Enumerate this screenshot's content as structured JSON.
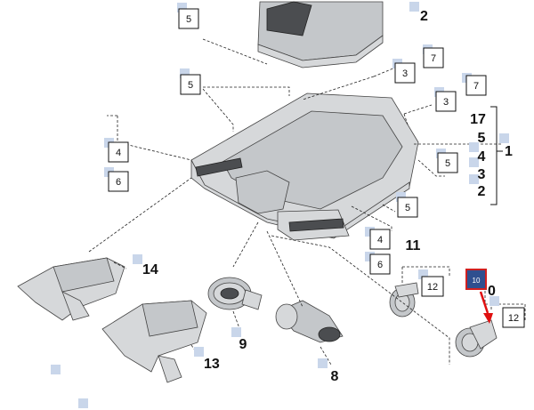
{
  "parts": {
    "n1": "1",
    "n2_top": "2",
    "n8": "8",
    "n9": "9",
    "n10": "0",
    "n11": "11",
    "n13": "13",
    "n14": "14",
    "stack": [
      "17",
      "5",
      "4",
      "3",
      "2"
    ]
  },
  "boxes": {
    "b5_a": "5",
    "b5_b": "5",
    "b5_c": "5",
    "b5_d": "5",
    "b7_a": "7",
    "b7_b": "7",
    "b3_a": "3",
    "b3_b": "3",
    "b4_a": "4",
    "b6_a": "6",
    "b4_b": "4",
    "b6_b": "6",
    "b12_a": "12",
    "b12_b": "12"
  },
  "badge": {
    "label": "10"
  },
  "colors": {
    "badge_fill": "#2f4f8f",
    "badge_border": "#d02020",
    "arrow": "#e01010",
    "marker": "#c9d6ea"
  }
}
